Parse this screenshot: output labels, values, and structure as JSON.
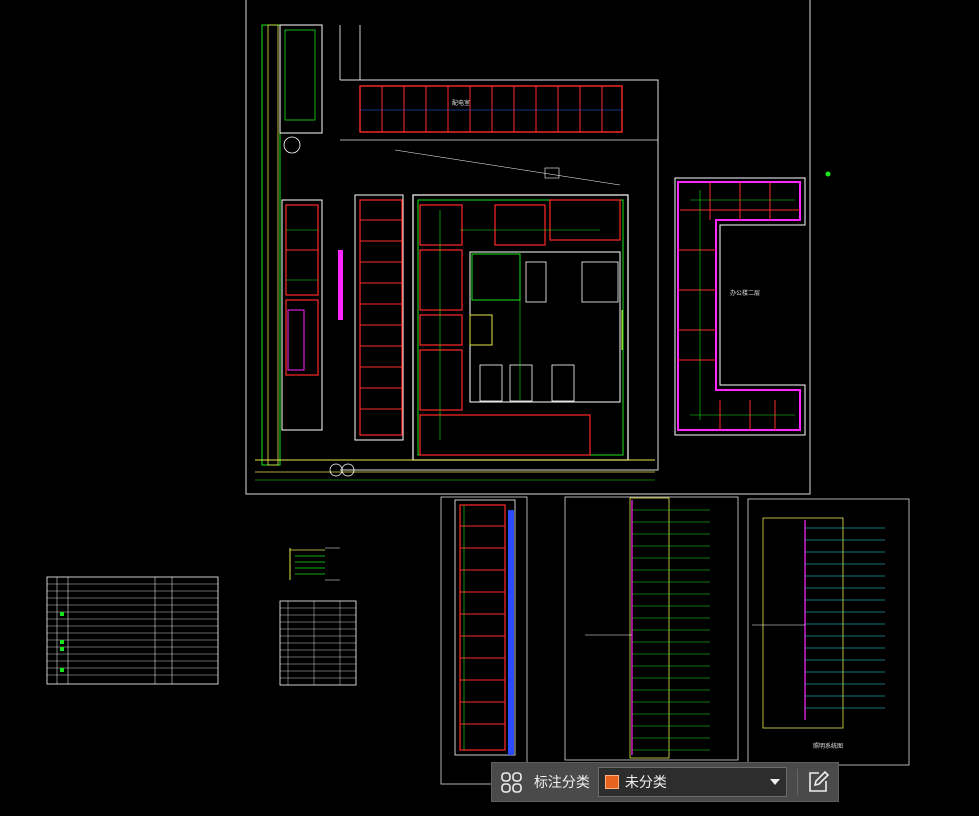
{
  "toolbar": {
    "annotation_label": "标注分类",
    "category_value": "未分类",
    "category_color": "#e8631e",
    "left_icon": "grid-icon",
    "right_icon": "edit-icon"
  },
  "drawing": {
    "room_labels": [
      "配电室",
      "办公楼二层"
    ],
    "bottom_title": "照明系统图"
  },
  "colors": {
    "wall": "#ff2a2a",
    "conduit": "#19e619",
    "annotation": "#ff26ff",
    "outline": "#ffffff",
    "secondary": "#2b6bff",
    "yellow": "#e6e64d",
    "cyan": "#26e6e6"
  }
}
